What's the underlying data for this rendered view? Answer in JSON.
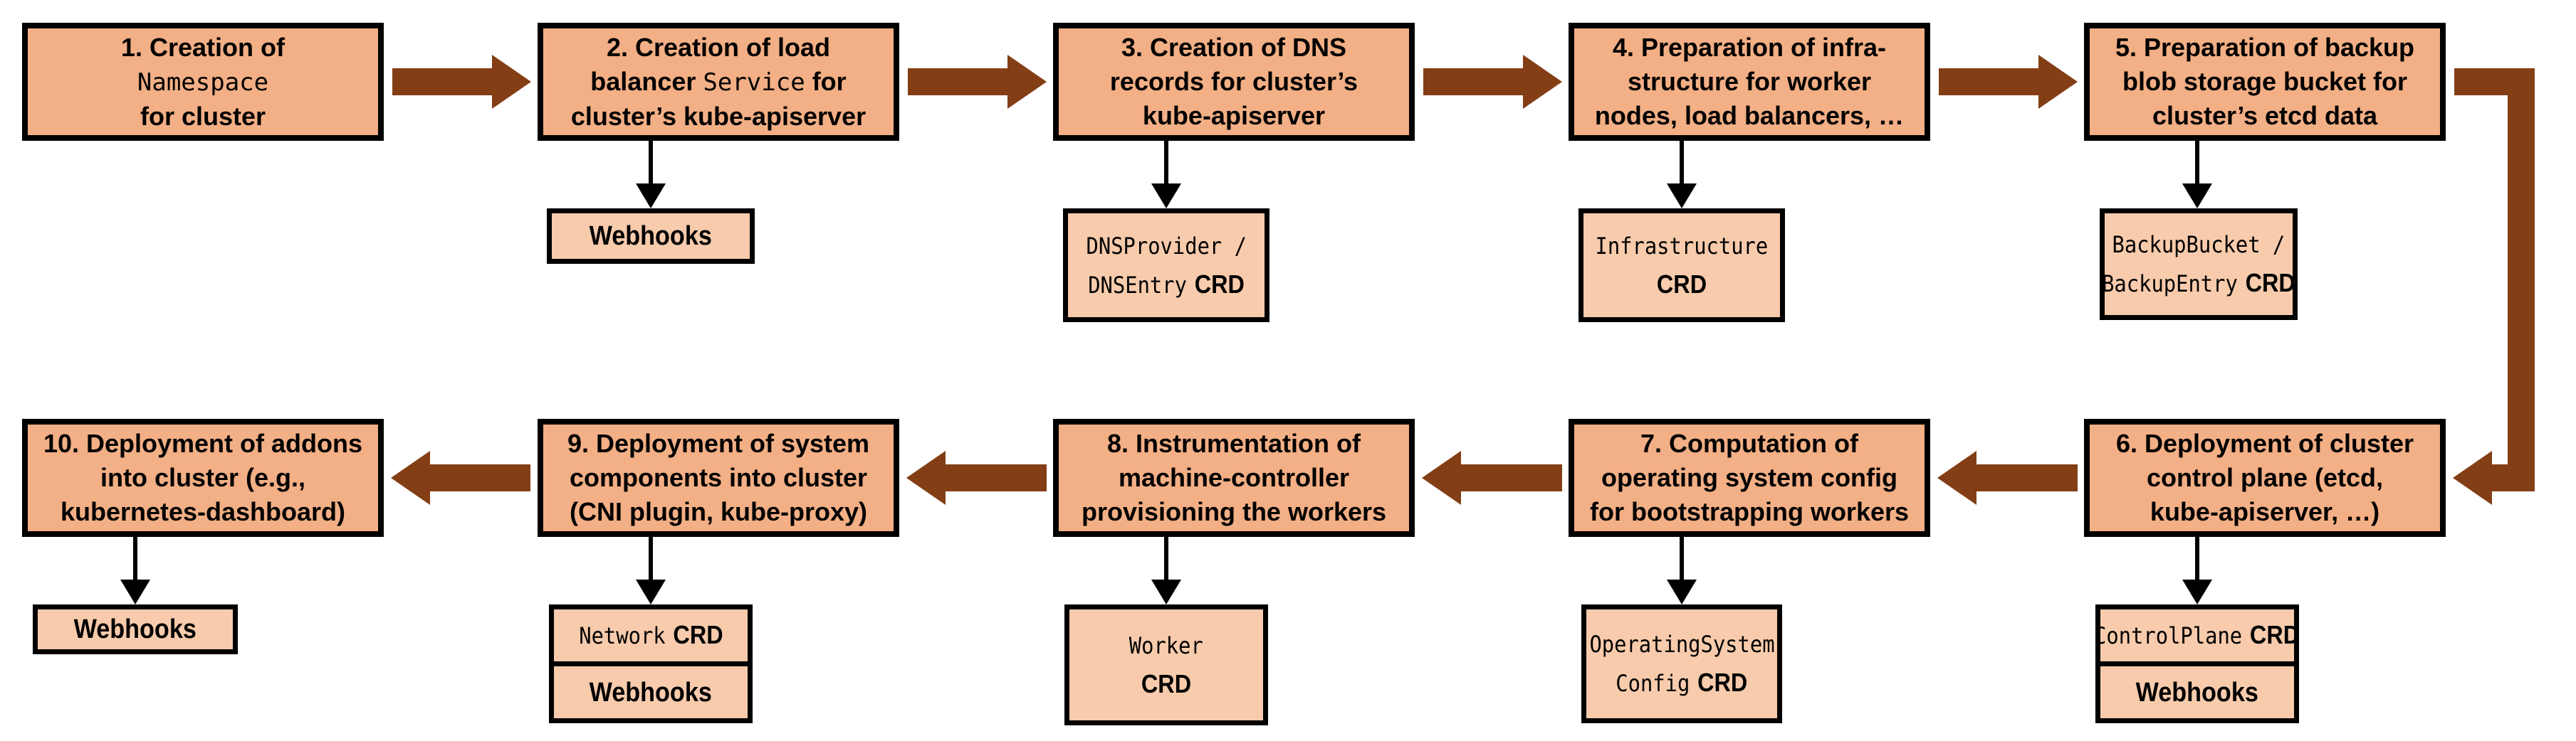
{
  "colors": {
    "step_box_fill": "#F3AF85",
    "sub_box_fill": "#F7CBAC",
    "flow_arrow": "#843E16",
    "border": "#000000"
  },
  "steps": [
    {
      "lines": [
        {
          "text": "1. Creation of"
        },
        {
          "code": "Namespace"
        },
        {
          "text": "for cluster"
        }
      ]
    },
    {
      "lines": [
        {
          "text": "2. Creation of load"
        },
        {
          "pre": "balancer ",
          "code": "Service",
          "post": " for"
        },
        {
          "text": "cluster’s kube-apiserver"
        }
      ],
      "sub": {
        "single": {
          "label": "Webhooks"
        }
      }
    },
    {
      "lines": [
        {
          "text": "3. Creation of DNS"
        },
        {
          "text": "records for cluster’s"
        },
        {
          "text": "kube-apiserver"
        }
      ],
      "sub": {
        "lines": [
          {
            "code": "DNSProvider /"
          },
          {
            "code": "DNSEntry",
            "label": "CRD"
          }
        ]
      }
    },
    {
      "lines": [
        {
          "text": "4. Preparation of infra-"
        },
        {
          "text": "structure for worker"
        },
        {
          "text": "nodes, load balancers, …"
        }
      ],
      "sub": {
        "lines": [
          {
            "code": "Infrastructure"
          },
          {
            "label": "CRD"
          }
        ]
      }
    },
    {
      "lines": [
        {
          "text": "5. Preparation of backup"
        },
        {
          "text": "blob storage bucket for"
        },
        {
          "text": "cluster’s etcd data"
        }
      ],
      "sub": {
        "lines": [
          {
            "code": "BackupBucket /"
          },
          {
            "code": "BackupEntry",
            "label": "CRD"
          }
        ]
      }
    },
    {
      "lines": [
        {
          "text": "6. Deployment of cluster"
        },
        {
          "text": "control plane (etcd,"
        },
        {
          "text": "kube-apiserver, …)"
        }
      ],
      "sub": {
        "rows": [
          {
            "code": "ControlPlane",
            "label": "CRD"
          },
          {
            "label": "Webhooks"
          }
        ]
      }
    },
    {
      "lines": [
        {
          "text": "7. Computation of"
        },
        {
          "text": "operating system config"
        },
        {
          "text": "for bootstrapping workers"
        }
      ],
      "sub": {
        "lines": [
          {
            "code": "OperatingSystem"
          },
          {
            "code": "Config",
            "label": "CRD"
          }
        ]
      }
    },
    {
      "lines": [
        {
          "text": "8. Instrumentation of"
        },
        {
          "text": "machine-controller"
        },
        {
          "text": "provisioning the workers"
        }
      ],
      "sub": {
        "lines": [
          {
            "code": "Worker"
          },
          {
            "label": "CRD"
          }
        ]
      }
    },
    {
      "lines": [
        {
          "text": "9. Deployment of system"
        },
        {
          "text": "components into cluster"
        },
        {
          "text": "(CNI plugin, kube-proxy)"
        }
      ],
      "sub": {
        "rows": [
          {
            "code": "Network",
            "label": "CRD"
          },
          {
            "label": "Webhooks"
          }
        ]
      }
    },
    {
      "lines": [
        {
          "text": "10. Deployment of addons"
        },
        {
          "text": "into cluster (e.g.,"
        },
        {
          "text": "kubernetes-dashboard)"
        }
      ],
      "sub": {
        "single": {
          "label": "Webhooks"
        }
      }
    }
  ]
}
